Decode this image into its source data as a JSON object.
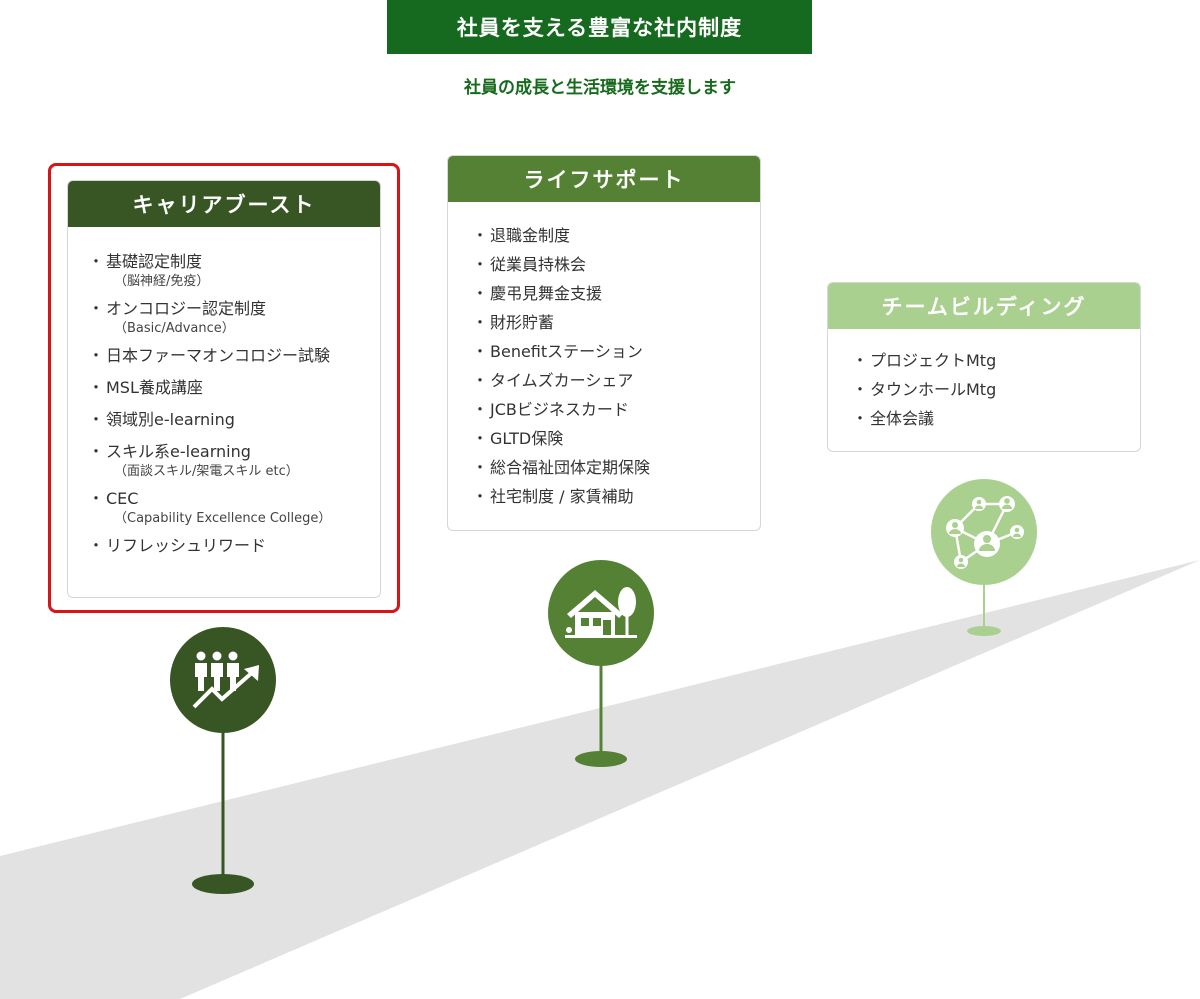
{
  "title": "社員を支える豊富な社内制度",
  "subtitle": "社員の成長と生活環境を支援します",
  "colors": {
    "title_bg": "#166a1f",
    "subtitle_text": "#176a1c",
    "career": "#375624",
    "life": "#548134",
    "team": "#a9d08e",
    "highlight": "#d81417",
    "road": "#e2e2e2"
  },
  "cards": {
    "career": {
      "title": "キャリアブースト",
      "icon": "team-growth-chart-icon",
      "items": [
        {
          "label": "基礎認定制度",
          "note": "（脳神経/免疫）"
        },
        {
          "label": "オンコロジー認定制度",
          "note": "（Basic/Advance）"
        },
        {
          "label": "日本ファーマオンコロジー試験",
          "note": ""
        },
        {
          "label": "MSL養成講座",
          "note": ""
        },
        {
          "label": "領域別e-learning",
          "note": ""
        },
        {
          "label": "スキル系e-learning",
          "note": "（面談スキル/架電スキル etc）"
        },
        {
          "label": "CEC",
          "note": "（Capability Excellence College）"
        },
        {
          "label": "リフレッシュリワード",
          "note": ""
        }
      ]
    },
    "life": {
      "title": "ライフサポート",
      "icon": "house-tree-icon",
      "items": [
        {
          "label": "退職金制度"
        },
        {
          "label": "従業員持株会"
        },
        {
          "label": "慶弔見舞金支援"
        },
        {
          "label": "財形貯蓄"
        },
        {
          "label": "Benefitステーション"
        },
        {
          "label": "タイムズカーシェア"
        },
        {
          "label": "JCBビジネスカード"
        },
        {
          "label": "GLTD保険"
        },
        {
          "label": "総合福祉団体定期保険"
        },
        {
          "label": "社宅制度 / 家賃補助"
        }
      ]
    },
    "team": {
      "title": "チームビルディング",
      "icon": "people-network-icon",
      "items": [
        {
          "label": "プロジェクトMtg"
        },
        {
          "label": "タウンホールMtg"
        },
        {
          "label": "全体会議"
        }
      ]
    }
  }
}
